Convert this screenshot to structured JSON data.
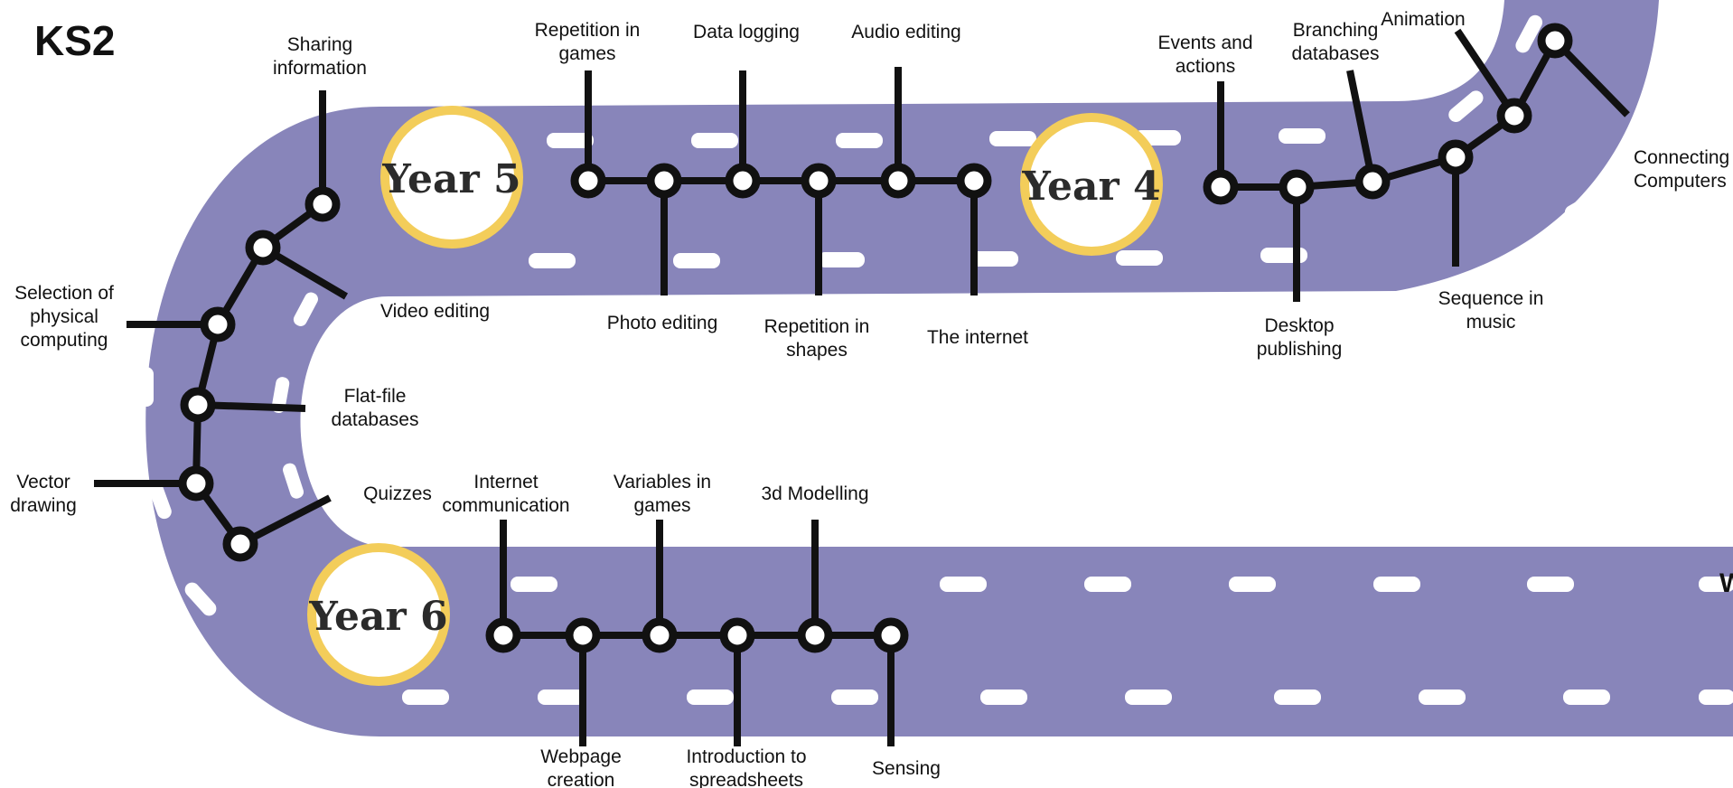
{
  "heading": "KS2",
  "cut_off_edge_text": "W",
  "colors": {
    "road": "#8885ba",
    "road_dash": "#ffffff",
    "year_badge_ring": "#f3cd5a",
    "year_badge_fill": "#ffffff",
    "timeline": "#111111"
  },
  "years": {
    "year4": "Year 4",
    "year5": "Year 5",
    "year6": "Year 6"
  },
  "topics": {
    "year4": {
      "events_and_actions": "Events and actions",
      "desktop_publishing": "Desktop publishing",
      "branching_databases": "Branching databases",
      "sequence_in_music": "Sequence in music",
      "animation": "Animation",
      "connecting_computers": "Connecting Computers"
    },
    "year5": {
      "repetition_in_games": "Repetition in games",
      "photo_editing": "Photo editing",
      "data_logging": "Data logging",
      "repetition_in_shapes": "Repetition in shapes",
      "audio_editing": "Audio editing",
      "the_internet": "The internet"
    },
    "curve": {
      "sharing_information": "Sharing information",
      "video_editing": "Video editing",
      "selection_of_physical_computing": "Selection of physical computing",
      "flat_file_databases": "Flat-file databases",
      "vector_drawing": "Vector drawing",
      "quizzes": "Quizzes"
    },
    "year6": {
      "internet_communication": "Internet communication",
      "webpage_creation": "Webpage creation",
      "variables_in_games": "Variables in games",
      "introduction_to_spreadsheets": "Introduction to spreadsheets",
      "3d_modelling": "3d Modelling",
      "sensing": "Sensing"
    }
  }
}
